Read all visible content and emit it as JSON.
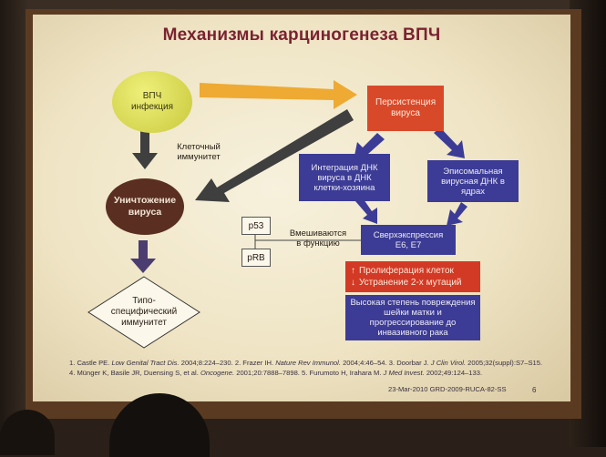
{
  "slide": {
    "title": "Механизмы карциногенеза ВПЧ",
    "nodes": {
      "infection": "ВПЧ инфекция",
      "persistence": "Персистенция вируса",
      "destruction": "Уничтожение вируса",
      "type_specific": "Типо-специфический иммунитет",
      "integration": "Интеграция ДНК вируса в ДНК клетки-хозяина",
      "episomal": "Эписомальная вирусная ДНК в ядрах",
      "overexpression_line1": "Сверхэкспрессия",
      "overexpression_line2": "Е6, Е7",
      "proliferation": "Пролиферация клеток",
      "mutations": "Устранение 2-х мутаций",
      "high_degree": "Высокая степень повреждения шейки матки и прогрессирование до инвазивного рака",
      "p53": "p53",
      "prb": "pRB"
    },
    "labels": {
      "cellular_immunity": "Клеточный иммунитет",
      "interfere_line1": "Вмешиваются",
      "interfere_line2": "в функцию"
    },
    "references": {
      "r1_num": "1. Castle PE.",
      "r1_journal": "Low Genital Tract Dis.",
      "r1_rest": "2004;8:224–230.",
      "r2_num": "2. Frazer IH.",
      "r2_journal": "Nature Rev Immunol.",
      "r2_rest": "2004;4:46–54.",
      "r3_num": "3. Doorbar J.",
      "r3_journal": "J Clin Virol.",
      "r3_rest": "2005;32(suppl):S7–S15.",
      "r4_num": "4. Münger K, Basile JR, Duensing S, et al.",
      "r4_journal": "Oncogene.",
      "r4_rest": "2001;20:7888–7898.",
      "r5_num": "5. Furumoto H, Irahara M.",
      "r5_journal": "J Med Invest.",
      "r5_rest": "2002;49:124–133."
    },
    "footer_id": "23-Mar-2010 GRD-2009-RUCA-82-SS",
    "slide_number": "6"
  },
  "colors": {
    "title": "#7a2231",
    "infection": "#d6d54e",
    "persistence": "#d8492a",
    "destruction": "#5a2f22",
    "blue_box": "#3c3c96",
    "arrow_orange": "#eeaa33",
    "arrow_dark": "#3f3f3f",
    "arrow_purple": "#3c3c96"
  }
}
